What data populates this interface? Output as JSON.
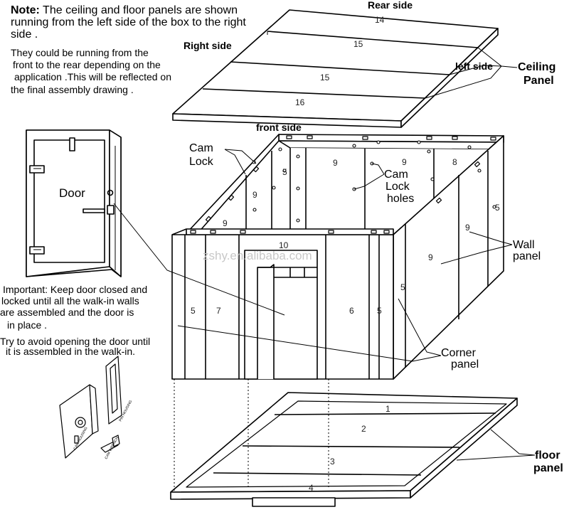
{
  "note": {
    "heading": "Note:",
    "line1": "The ceiling and floor panels are shown",
    "line2": "running from the left side of the box to the right",
    "line3": "side .",
    "para2": [
      "They could be running from the",
      "front to the rear depending on the",
      "application .This will be reflected on",
      "the final assembly drawing ."
    ]
  },
  "labels": {
    "rear_side": "Rear side",
    "right_side": "Right side",
    "left_side": "left side",
    "front_side": "front side",
    "ceiling_panel": [
      "Ceiling",
      "Panel"
    ],
    "cam_lock": [
      "Cam",
      "Lock"
    ],
    "cam_lock_holes": [
      "Cam",
      "Lock",
      "holes"
    ],
    "wall_panel": [
      "Wall",
      "panel"
    ],
    "corner_panel": [
      "Corner",
      "panel"
    ],
    "floor_panel": [
      "floor",
      "panel"
    ],
    "door": "Door"
  },
  "important": [
    "Important: Keep door closed and",
    "locked until all the walk-in walls",
    "are assembled and the door is",
    "in place ."
  ],
  "avoid": [
    "Try to avoid opening the door until",
    "it is assembled in the walk-in."
  ],
  "watermark": "zshy.en.alibaba.com",
  "panel_numbers": {
    "ceiling": [
      "14",
      "15",
      "15",
      "16"
    ],
    "wall_rear": [
      "5",
      "9",
      "9",
      "8"
    ],
    "wall_left": [
      "9",
      "9"
    ],
    "wall_right": [
      "5",
      "9",
      "9"
    ],
    "wall_front": [
      "10",
      "5",
      "7",
      "6",
      "5"
    ],
    "wall_corner_right": "5",
    "floor": [
      "1",
      "2",
      "3",
      "4"
    ]
  },
  "cam_part_labels": [
    "CAM HOUSING",
    "PIN HOUSING",
    "CAM WRENCH"
  ]
}
